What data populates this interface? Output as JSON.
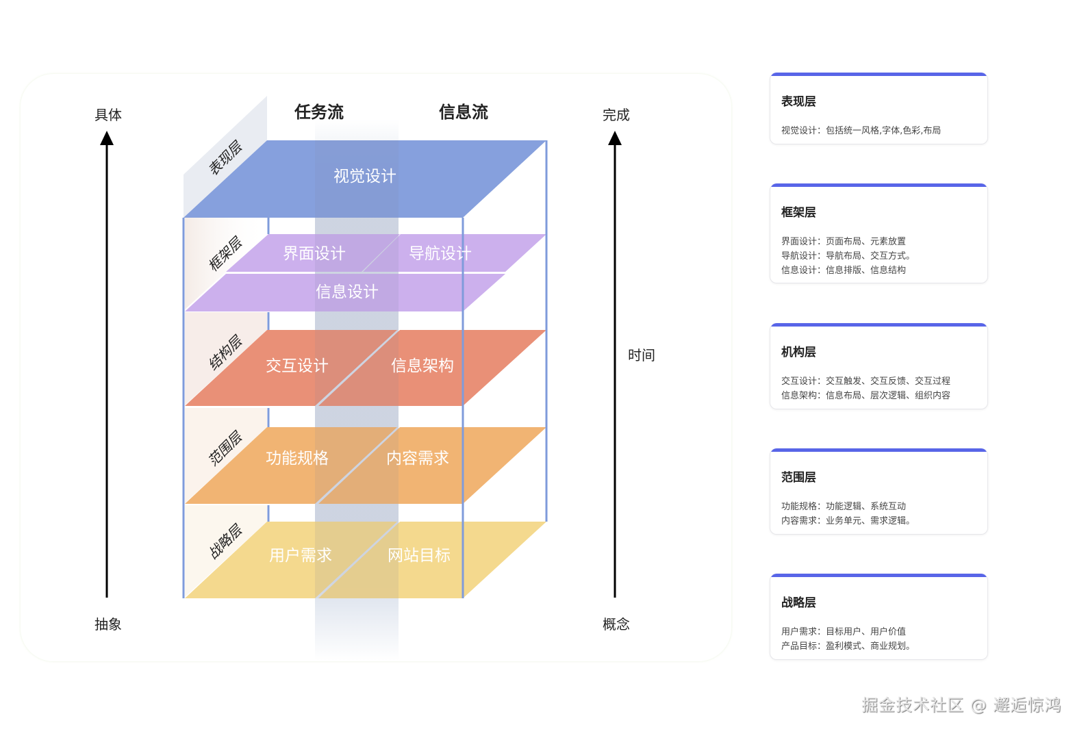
{
  "diagram": {
    "columns": {
      "task_flow": "任务流",
      "info_flow": "信息流"
    },
    "left_axis": {
      "top": "具体",
      "bottom": "抽象"
    },
    "right_axis": {
      "top": "完成",
      "middle": "时间",
      "bottom": "概念"
    },
    "layers": [
      {
        "side_label": "表现层",
        "color": "#7f9bdb",
        "items": [
          "视觉设计"
        ]
      },
      {
        "side_label": "框架层",
        "color": "#c8a9ec",
        "items": [
          "界面设计",
          "导航设计",
          "信息设计"
        ]
      },
      {
        "side_label": "结构层",
        "color": "#e88a70",
        "items": [
          "交互设计",
          "信息架构"
        ]
      },
      {
        "side_label": "范围层",
        "color": "#f0b06c",
        "items": [
          "功能规格",
          "内容需求"
        ]
      },
      {
        "side_label": "战略层",
        "color": "#f3d684",
        "items": [
          "用户需求",
          "网站目标"
        ]
      }
    ],
    "frame_color": "#7f9bdb"
  },
  "cards": [
    {
      "title": "表现层",
      "lines": [
        "视觉设计：包括统一风格,字体,色彩,布局"
      ]
    },
    {
      "title": "框架层",
      "lines": [
        "界面设计：页面布局、元素放置",
        "导航设计：导航布局、交互方式。",
        "信息设计：信息排版、信息结构"
      ]
    },
    {
      "title": "机构层",
      "lines": [
        "交互设计：交互触发、交互反馈、交互过程",
        "信息架构：信息布局、层次逻辑、组织内容"
      ]
    },
    {
      "title": "范围层",
      "lines": [
        "功能规格：功能逻辑、系统互动",
        "内容需求：业务单元、需求逻辑。"
      ]
    },
    {
      "title": "战略层",
      "lines": [
        "用户需求：目标用户、用户价值",
        "产品目标：盈利模式、商业规划。"
      ]
    }
  ],
  "accent_color": "#5865e8",
  "watermark": "掘金技术社区 @ 邂逅惊鸿"
}
